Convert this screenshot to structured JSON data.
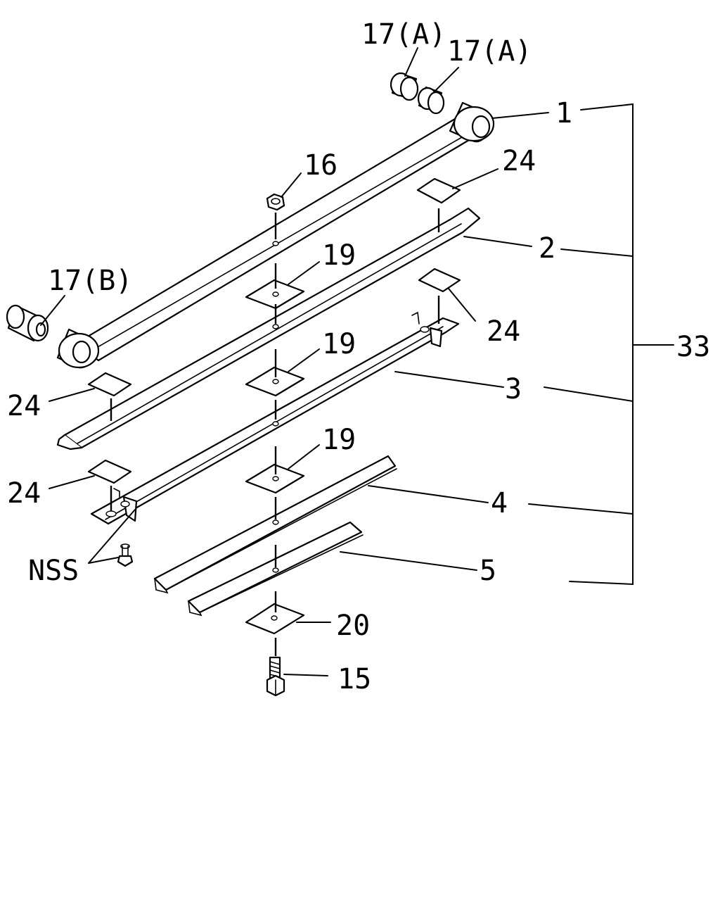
{
  "callouts": {
    "bushing_a_left": "17(A)",
    "bushing_a_right": "17(A)",
    "bushing_b": "17(B)",
    "leaf_1": "1",
    "nut_16": "16",
    "pad_24_top": "24",
    "leaf_2": "2",
    "plate_19_top": "19",
    "pad_24_right": "24",
    "assembly_33": "33",
    "plate_19_mid": "19",
    "pad_24_left_upper": "24",
    "leaf_3": "3",
    "plate_19_low": "19",
    "pad_24_left_lower": "24",
    "leaf_4": "4",
    "nss": "NSS",
    "leaf_5": "5",
    "plate_20": "20",
    "bolt_15": "15"
  }
}
